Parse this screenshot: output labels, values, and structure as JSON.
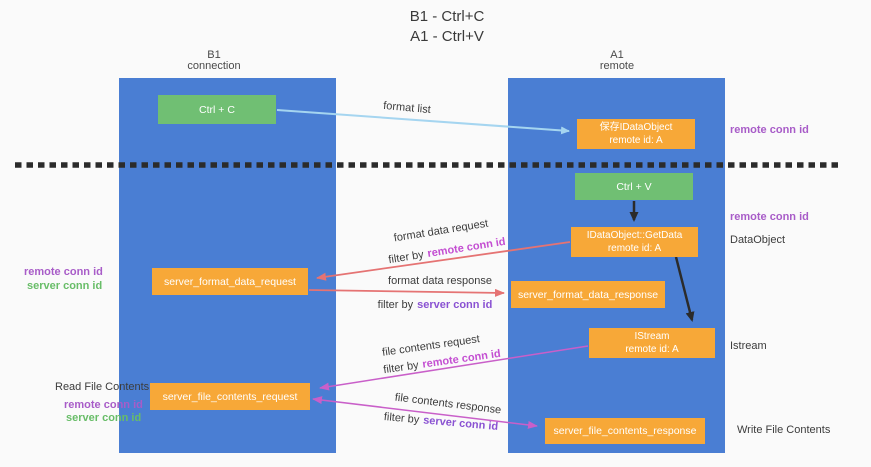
{
  "title": {
    "line1": "B1 - Ctrl+C",
    "line2": "A1 - Ctrl+V"
  },
  "columns": {
    "b1": {
      "name": "B1",
      "subtitle": "connection"
    },
    "a1": {
      "name": "A1",
      "subtitle": "remote"
    }
  },
  "nodes": {
    "ctrl_c": {
      "label": "Ctrl + C"
    },
    "ctrl_v": {
      "label": "Ctrl + V"
    },
    "save_dataobject": {
      "line1": "保存IDataObject",
      "line2": "remote id: A"
    },
    "getdata": {
      "line1": "IDataObject::GetData",
      "line2": "remote id: A"
    },
    "istream": {
      "line1": "IStream",
      "line2": "remote id: A"
    },
    "server_format_data_request": {
      "label": "server_format_data_request"
    },
    "server_format_data_response": {
      "label": "server_format_data_response"
    },
    "server_file_contents_request": {
      "label": "server_file_contents_request"
    },
    "server_file_contents_response": {
      "label": "server_file_contents_response"
    }
  },
  "labels": {
    "format_list": "format list",
    "format_data_request": "format data request",
    "format_data_response": "format data response",
    "file_contents_request": "file contents request",
    "file_contents_response": "file contents response",
    "filter_by": "filter by",
    "remote_conn_id": "remote conn id",
    "server_conn_id": "server conn id",
    "read_file_contents": "Read File Contents",
    "write_file_contents": "Write File Contents",
    "dataobject": "DataObject",
    "istream_side": "Istream"
  },
  "colors": {
    "column_blue": "#4a7ed3",
    "node_green": "#70bf73",
    "node_orange": "#f7a838",
    "arrow_blue": "#a5d5f0",
    "arrow_red": "#e57373",
    "arrow_magenta": "#c95fc9",
    "arrow_black": "#2b2b2b",
    "label_purple": "#a85cc8",
    "label_green": "#68bd68",
    "label_magenta": "#c44fd2",
    "label_violet": "#8a52d2"
  }
}
